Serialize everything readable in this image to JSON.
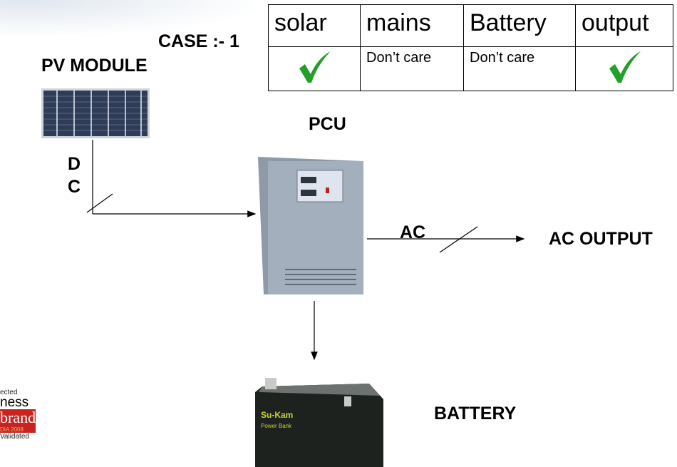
{
  "case_title": "CASE :- 1",
  "pv_module_label": "PV MODULE",
  "pcu_label": "PCU",
  "dc_label": [
    "D",
    "C"
  ],
  "ac_label": "AC",
  "ac_output_label": "AC OUTPUT",
  "battery_label": "BATTERY",
  "table": {
    "headers": [
      "solar",
      "mains",
      "Battery",
      "output"
    ],
    "row": [
      "check-icon",
      "Don’t care",
      "Don’t care",
      "check-icon"
    ],
    "check_color": "#22a02a"
  },
  "logo": {
    "line1": "ected",
    "line2": "ness",
    "brand": "brand",
    "year": "DIA 2008",
    "line3": "Validated"
  }
}
